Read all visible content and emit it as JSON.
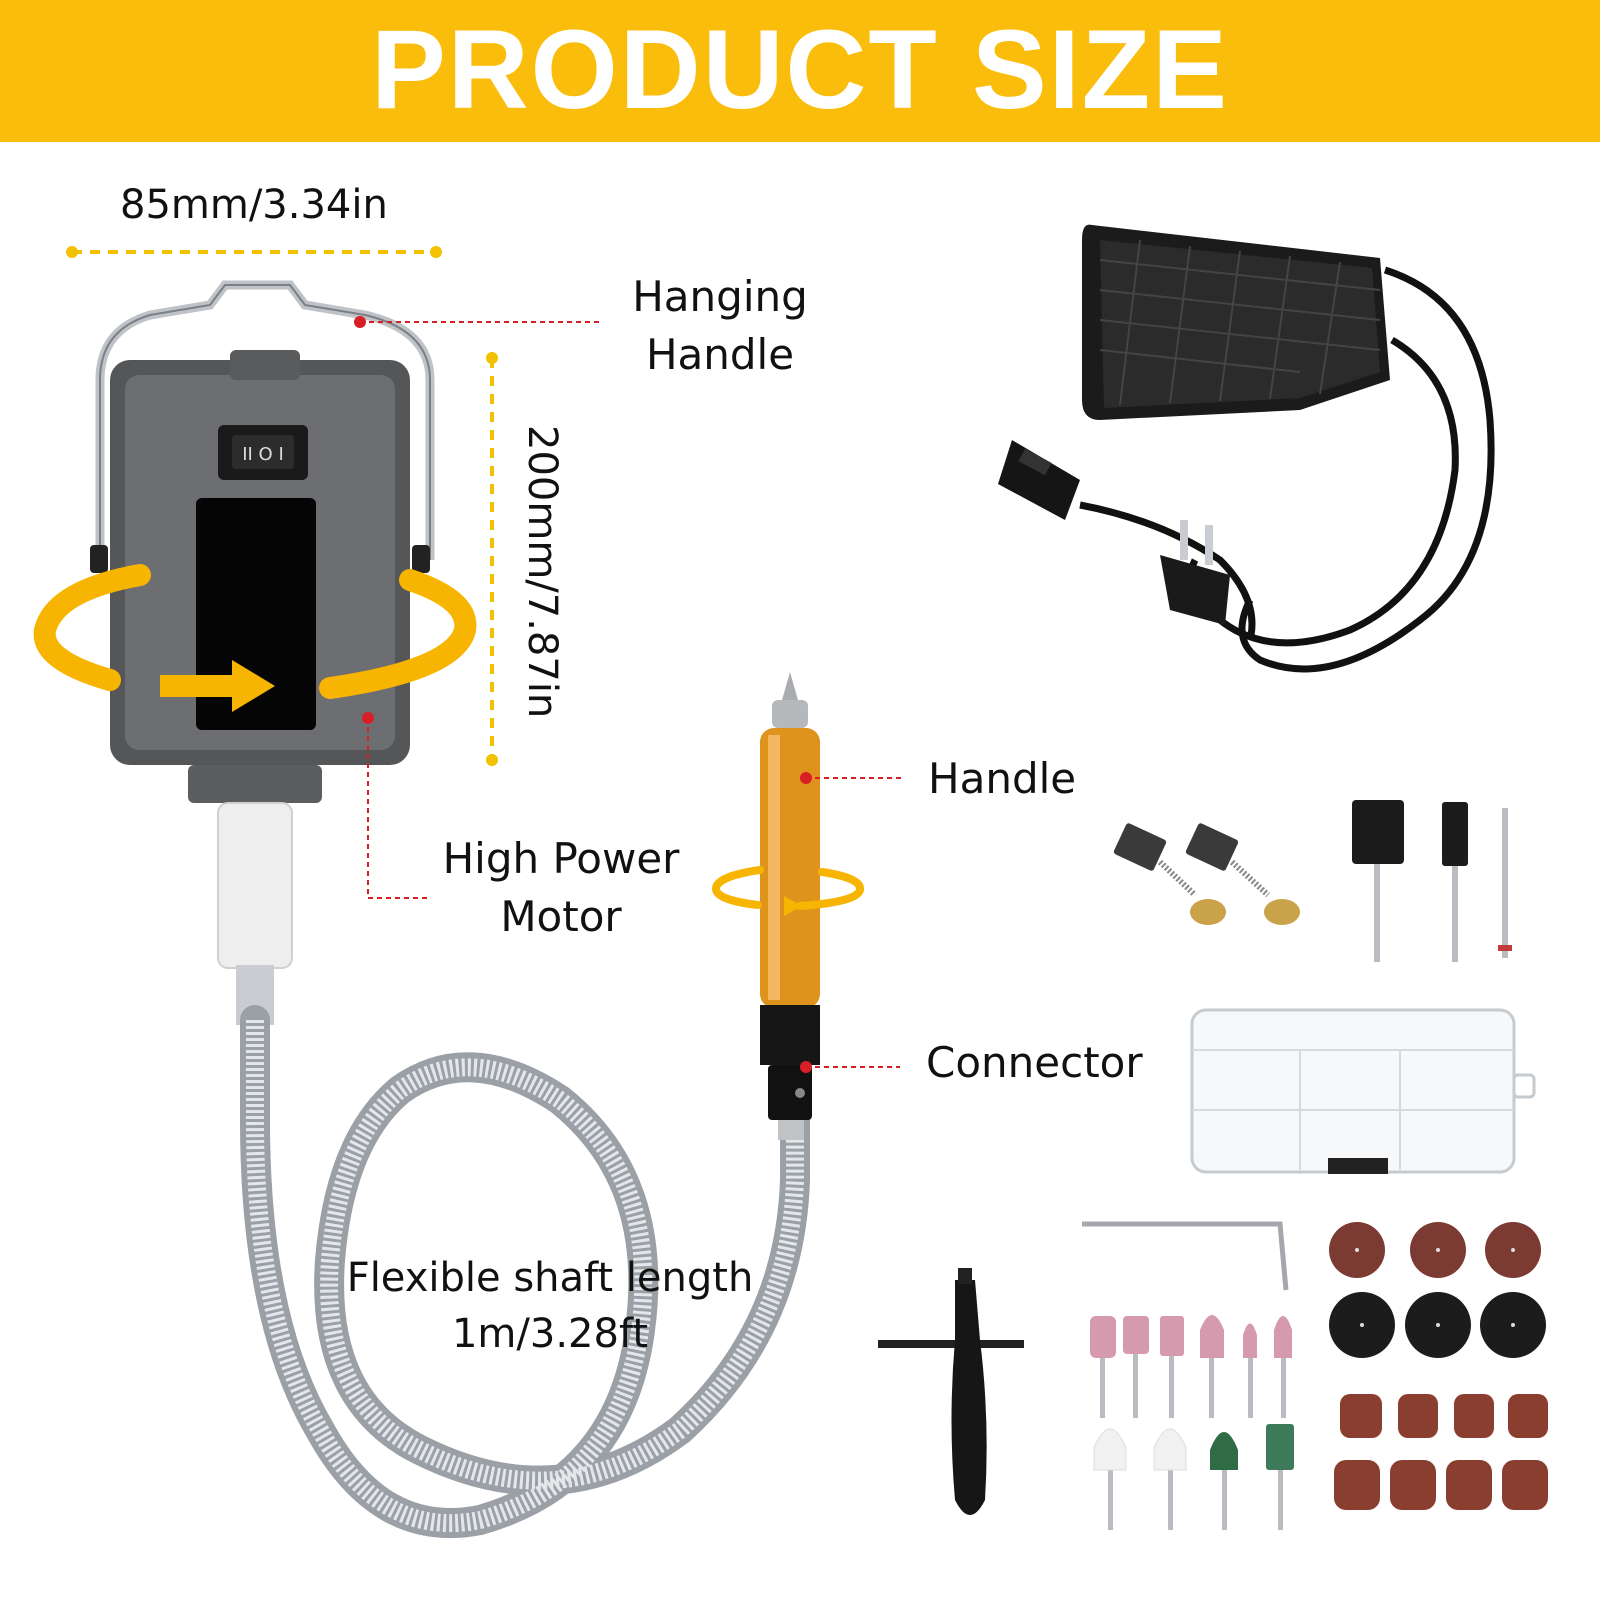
{
  "banner": {
    "title": "PRODUCT SIZE",
    "color": "#fbbd0c"
  },
  "dimensions": {
    "width_label": "85mm/3.34in",
    "height_label": "200mm/7.87in"
  },
  "callouts": {
    "hanging_handle": [
      "Hanging",
      "Handle"
    ],
    "high_power_motor": [
      "High Power",
      "Motor"
    ],
    "handle": "Handle",
    "connector": "Connector",
    "flexible_shaft": [
      "Flexible shaft length",
      "1m/3.28ft"
    ]
  },
  "colors": {
    "accent": "#fbbd0c",
    "guide": "#d81f26",
    "dimension_line": "#f2c200",
    "motor_body": "#4a4a4a",
    "handpiece": "#e0931c"
  }
}
